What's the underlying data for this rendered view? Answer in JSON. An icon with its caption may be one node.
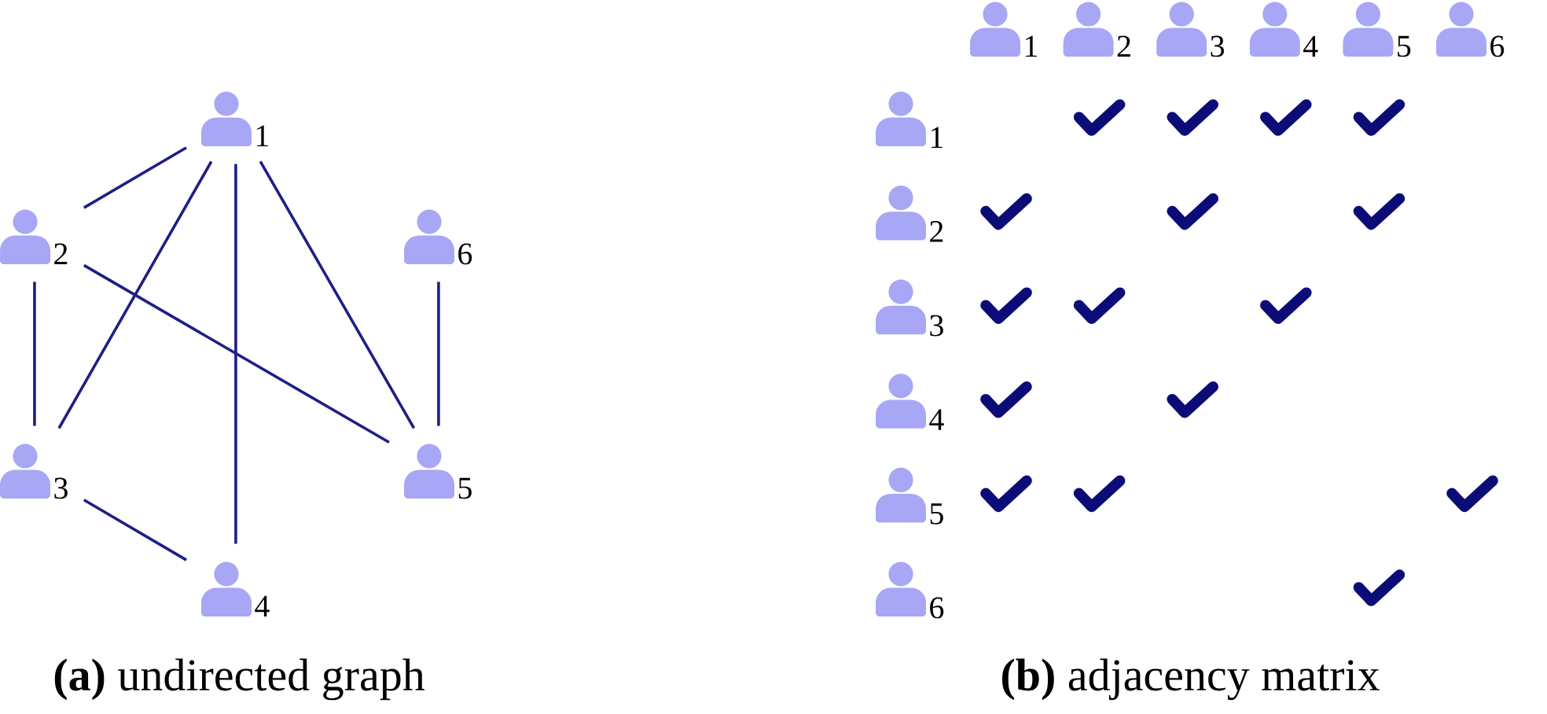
{
  "diagram": {
    "nodes": [
      {
        "text": [
          "1"
        ]
      },
      {
        "text": [
          "2"
        ]
      },
      {
        "text": [
          "3"
        ]
      },
      {
        "text": [
          "4"
        ]
      },
      {
        "text": [
          "5"
        ]
      },
      {
        "text": [
          "6"
        ]
      }
    ],
    "edges": [
      {
        "from": 0,
        "to": 1,
        "arrow": "none"
      },
      {
        "from": 0,
        "to": 2,
        "arrow": "none"
      },
      {
        "from": 0,
        "to": 3,
        "arrow": "none"
      },
      {
        "from": 0,
        "to": 4,
        "arrow": "none"
      },
      {
        "from": 1,
        "to": 2,
        "arrow": "none"
      },
      {
        "from": 1,
        "to": 4,
        "arrow": "none"
      },
      {
        "from": 2,
        "to": 3,
        "arrow": "none"
      },
      {
        "from": 5,
        "to": 4,
        "arrow": "none"
      }
    ],
    "labels": [
      "1",
      "2",
      "3",
      "4",
      "5",
      "6",
      "1",
      "2",
      "3",
      "4",
      "5",
      "6",
      "**(a)** undirected graph",
      "**(b)** adjacency matrix"
    ]
  }
}
